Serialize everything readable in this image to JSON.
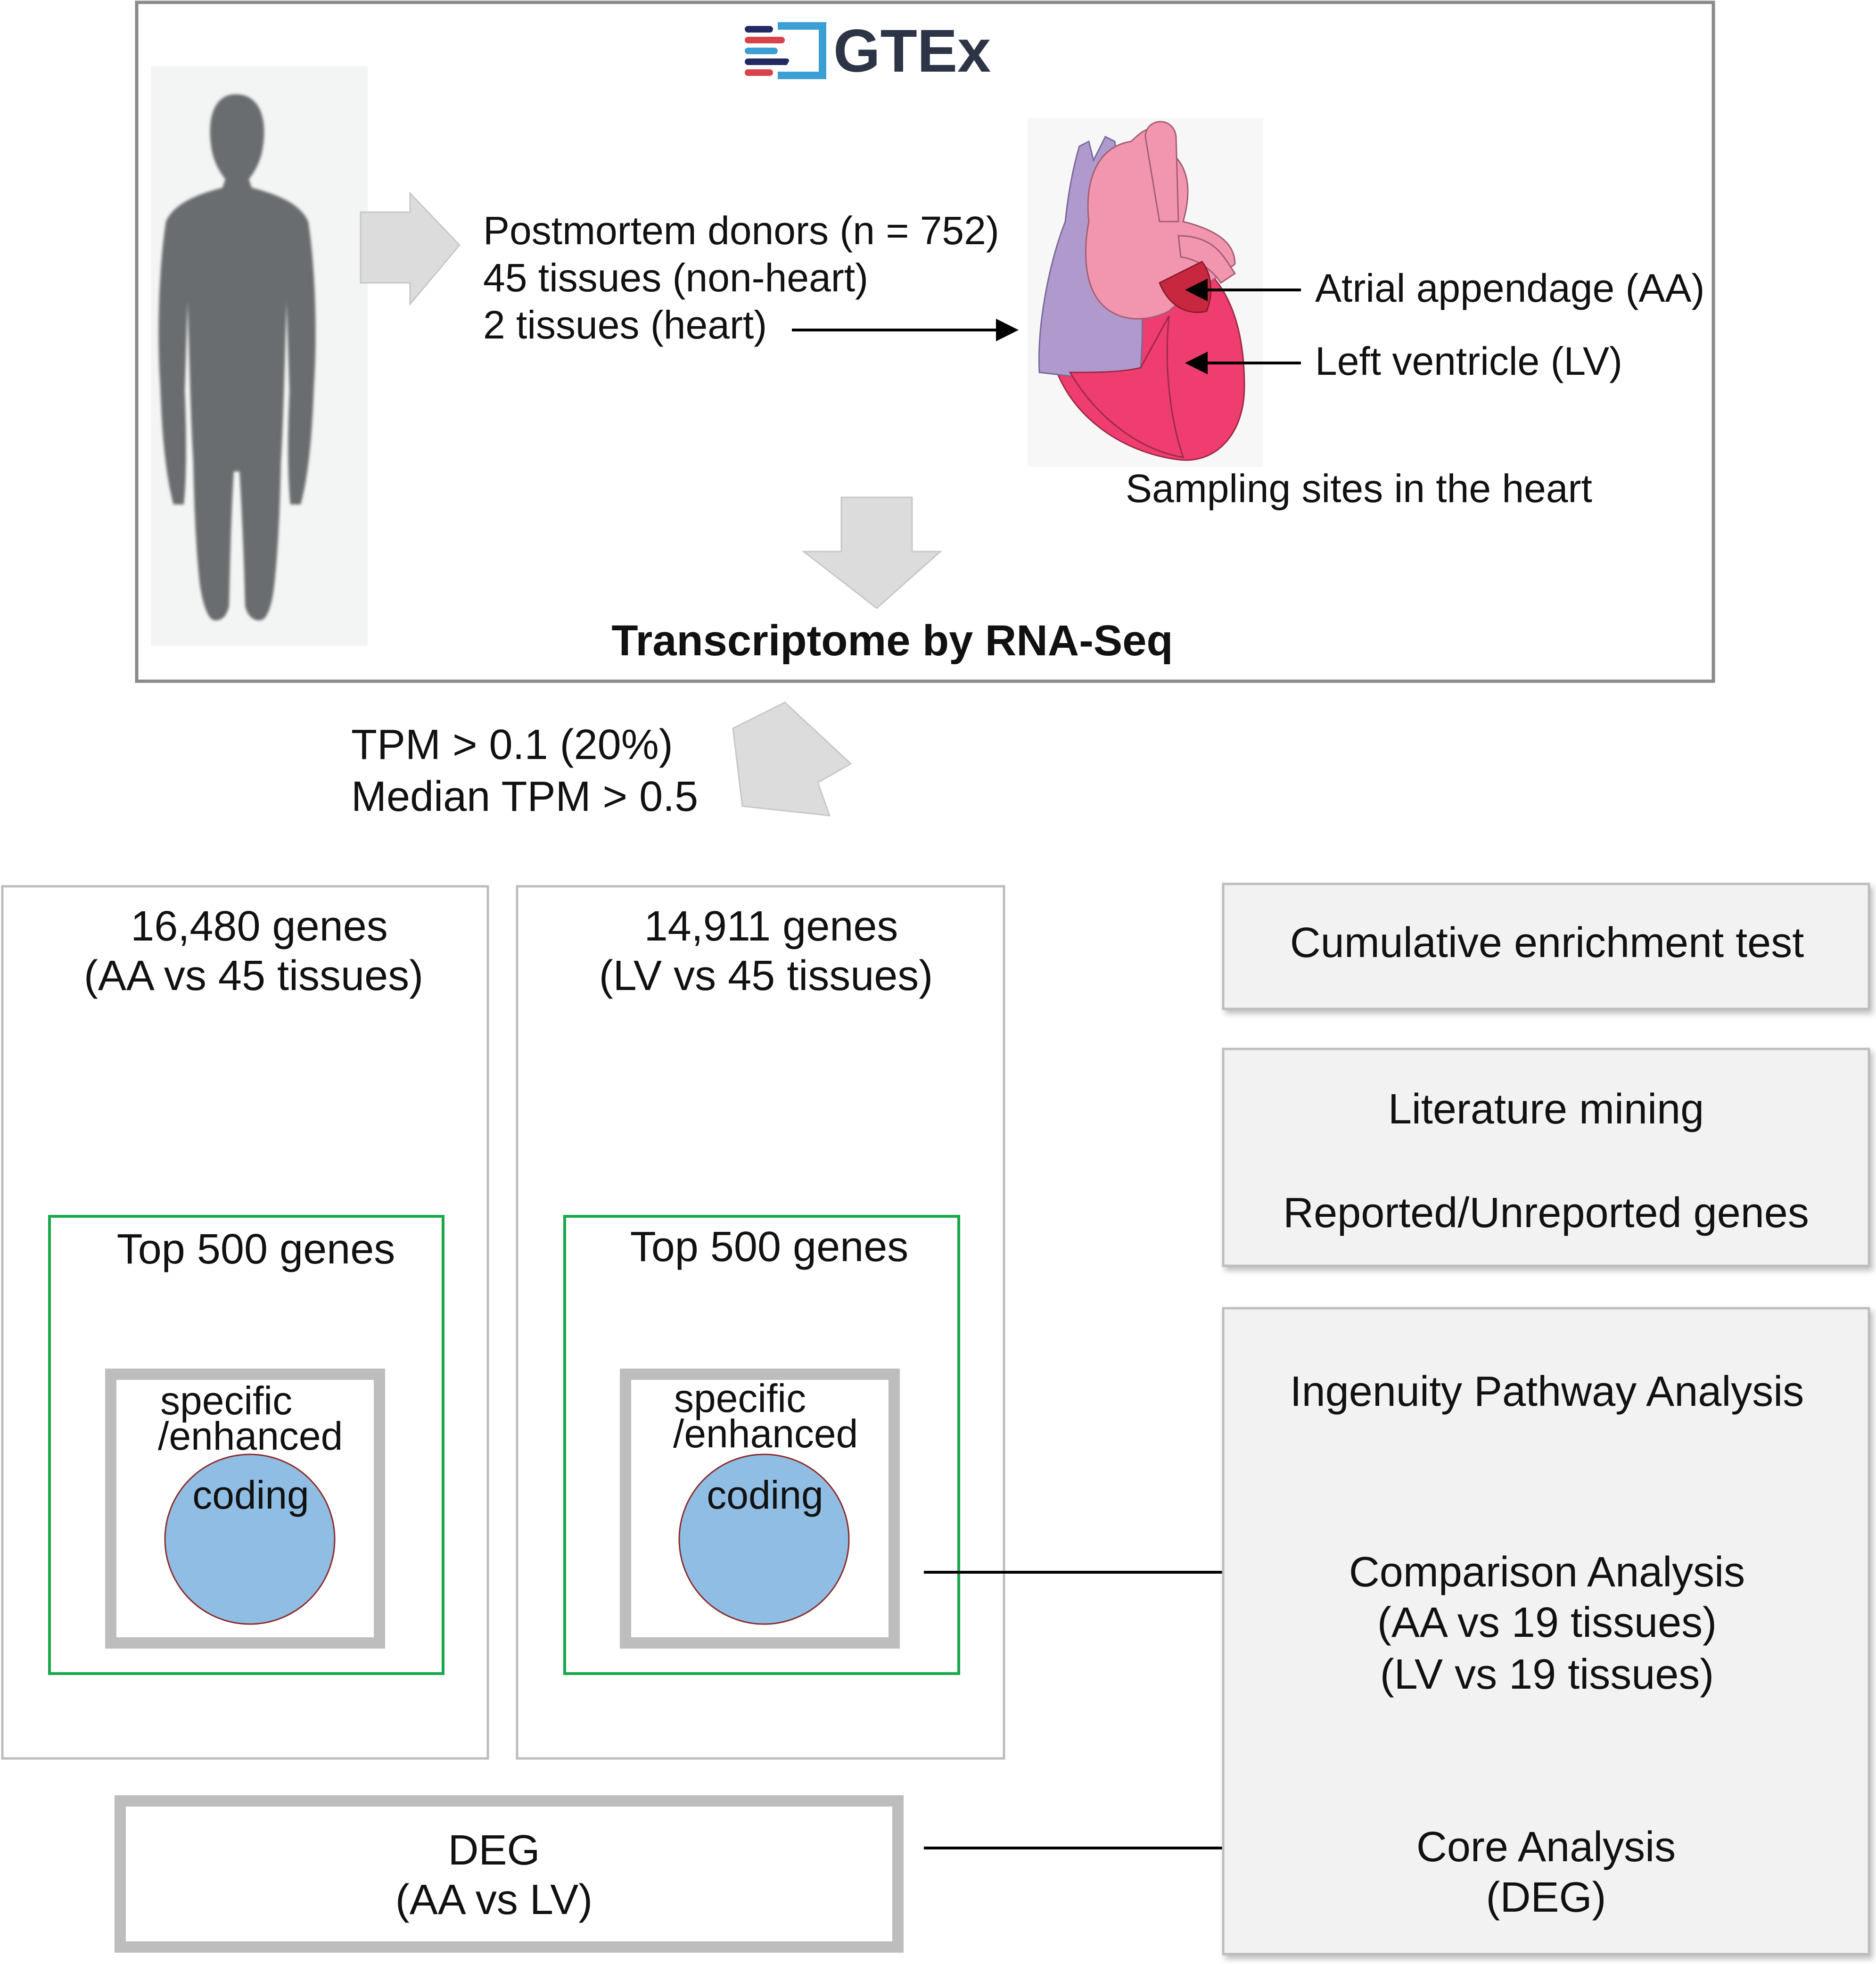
{
  "logo": {
    "text": "GTEx"
  },
  "donors": {
    "line1": "Postmortem donors (n = 752)",
    "line2": "45 tissues (non-heart)",
    "line3": "2 tissues (heart)"
  },
  "heart": {
    "aa_label": "Atrial appendage (AA)",
    "lv_label": "Left ventricle (LV)",
    "caption": "Sampling sites in the heart"
  },
  "transcriptome": "Transcriptome by RNA-Seq",
  "filter": {
    "line1": "TPM > 0.1 (20%)",
    "line2": "Median TPM > 0.5"
  },
  "aa_panel": {
    "genes": "16,480 genes",
    "compare": "(AA vs 45 tissues)",
    "top": "Top 500 genes",
    "specific": "specific",
    "enhanced": "/enhanced",
    "coding": "coding"
  },
  "lv_panel": {
    "genes": "14,911 genes",
    "compare": "(LV vs 45 tissues)",
    "top": "Top 500 genes",
    "specific": "specific",
    "enhanced": "/enhanced",
    "coding": "coding"
  },
  "deg": {
    "line1": "DEG",
    "line2": "(AA vs LV)"
  },
  "right": {
    "cumulative": "Cumulative enrichment test",
    "lit1": "Literature mining",
    "lit2": "Reported/Unreported genes",
    "ipa": "Ingenuity Pathway Analysis",
    "comp1": "Comparison Analysis",
    "comp2": "(AA vs 19 tissues)",
    "comp3": "(LV vs 19 tissues)",
    "core1": "Core Analysis",
    "core2": "(DEG)"
  },
  "colors": {
    "green_border": "#1aa64b",
    "gray_border": "#bdbdbd",
    "circle_fill": "#8fbde3",
    "box_fill": "#f2f2f2",
    "heart_pink": "#ee3d6e",
    "heart_light_pink": "#f296b0",
    "heart_purple": "#b09acd",
    "heart_dark_red": "#c8283f"
  }
}
